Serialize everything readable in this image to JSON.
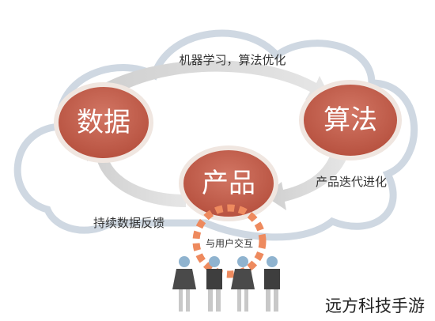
{
  "nodes": {
    "data": "数据",
    "algorithm": "算法",
    "product": "产品"
  },
  "edges": {
    "top": "机器学习，算法优化",
    "right": "产品迭代进化",
    "left": "持续数据反馈",
    "interaction": "与用户交互"
  },
  "watermark": "远方科技手游",
  "colors": {
    "node_fill": "#c8614e",
    "node_stroke": "#f0e6e0",
    "cloud_stroke": "#cfd8e2",
    "arrow": "#d8d8d8",
    "dashed_ring": "#ee8a5e",
    "figure": "#4a4a4a",
    "figure_head": "#8fb3cf"
  }
}
